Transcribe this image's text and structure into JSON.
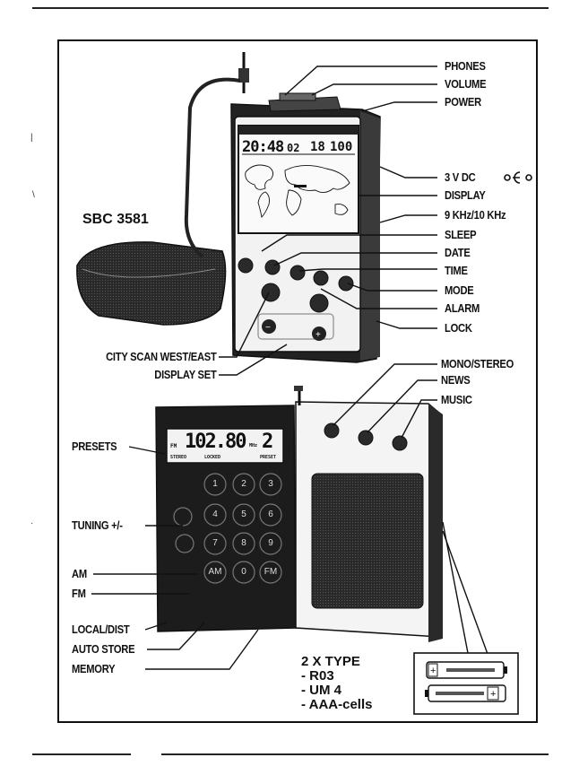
{
  "model": "SBC 3581",
  "clock_display": {
    "time": "20:48",
    "seconds": "02",
    "date": "18",
    "year": "100"
  },
  "radio_display": {
    "frequency": "102.80",
    "preset": "2",
    "band": "FM",
    "unit": "MHz",
    "stereo": "STEREO",
    "locked": "LOCKED",
    "preset_tag": "PRESET"
  },
  "keypad": [
    "1",
    "2",
    "3",
    "4",
    "5",
    "6",
    "7",
    "8",
    "9",
    "AM",
    "0",
    "FM"
  ],
  "labels_top_right": [
    "PHONES",
    "VOLUME",
    "POWER",
    "3 V DC",
    "DISPLAY",
    "9 KHz/10 KHz",
    "SLEEP",
    "DATE",
    "TIME",
    "MODE",
    "ALARM",
    "LOCK"
  ],
  "labels_top_left": [
    "CITY SCAN WEST/EAST",
    "DISPLAY SET"
  ],
  "labels_bottom_right": [
    "MONO/STEREO",
    "NEWS",
    "MUSIC"
  ],
  "labels_bottom_left": [
    "PRESETS",
    "TUNING +/-",
    "AM",
    "FM",
    "LOCAL/DIST",
    "AUTO STORE",
    "MEMORY"
  ],
  "battery_info": [
    "2 X TYPE",
    "- R03",
    "- UM 4",
    "- AAA-cells"
  ]
}
